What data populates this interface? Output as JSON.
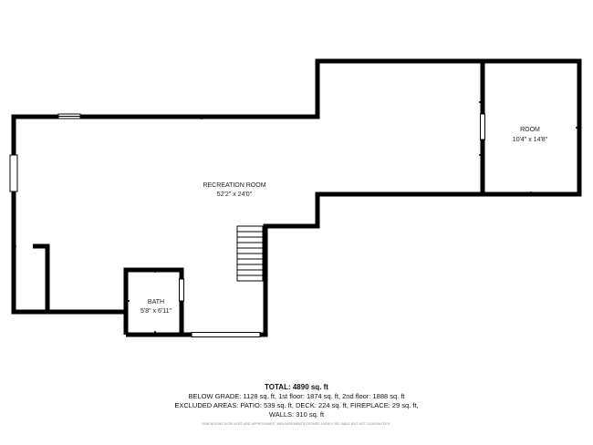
{
  "rooms": {
    "recreation": {
      "name": "RECREATION ROOM",
      "dims": "52'2\" x 24'0\""
    },
    "room": {
      "name": "ROOM",
      "dims": "10'4\" x 14'8\""
    },
    "bath": {
      "name": "BATH",
      "dims": "5'8\" x 6'11\""
    }
  },
  "summary": {
    "total": "TOTAL: 4890 sq. ft",
    "below_grade": "BELOW GRADE: 1128 sq. ft, 1st floor: 1874 sq. ft, 2nd floor: 1888 sq. ft",
    "excluded": "EXCLUDED AREAS: PATIO: 539 sq. ft, DECK: 224 sq. ft, FIREPLACE: 29 sq. ft,",
    "walls": "WALLS: 310 sq. ft",
    "disclaimer": "DIMENSIONS DISPLAYED ARE APPROXIMATE, MEASUREMENTS DEEMED HIGHLY RELIABLE BUT NOT GUARANTEED."
  }
}
